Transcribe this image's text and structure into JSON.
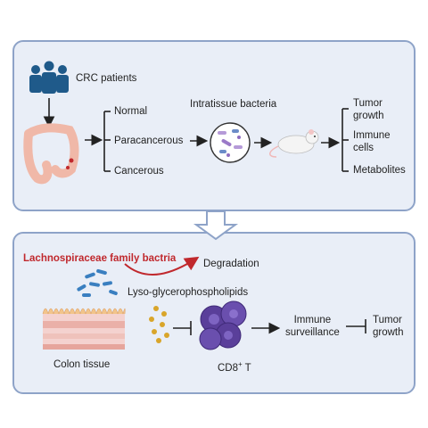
{
  "top_panel": {
    "patients_label": "CRC patients",
    "tissue_types": [
      "Normal",
      "Paracancerous",
      "Cancerous"
    ],
    "bacteria_label": "Intratissue bacteria",
    "outcomes": [
      "Tumor growth",
      "Immune cells",
      "Metabolites"
    ],
    "outcome_lines": {
      "tumor": [
        "Tumor",
        "growth"
      ],
      "immune": [
        "Immune",
        "cells"
      ],
      "metabolites": [
        "Metabolites"
      ]
    }
  },
  "bottom_panel": {
    "bacteria_title": "Lachnospiraceae family bactria",
    "degradation_label": "Degradation",
    "metabolite_label": "Lyso-glycerophospholipids",
    "tissue_label": "Colon tissue",
    "cell_label_main": "CD8",
    "cell_label_sup": "+",
    "cell_label_tail": " T",
    "surveillance_lines": [
      "Immune",
      "surveillance"
    ],
    "growth_lines": [
      "Tumor",
      "growth"
    ]
  },
  "colors": {
    "panel_bg": "#e9eef7",
    "panel_border": "#8ea3c8",
    "people": "#1f5a8a",
    "colon": "#f0b8a8",
    "tumor_spot": "#c0282d",
    "cd8_cell": "#5a3f9a",
    "metabolite_dot": "#d9a52a",
    "bacteria_blue": "#3a7fc0",
    "highlight_red": "#c0282d"
  }
}
